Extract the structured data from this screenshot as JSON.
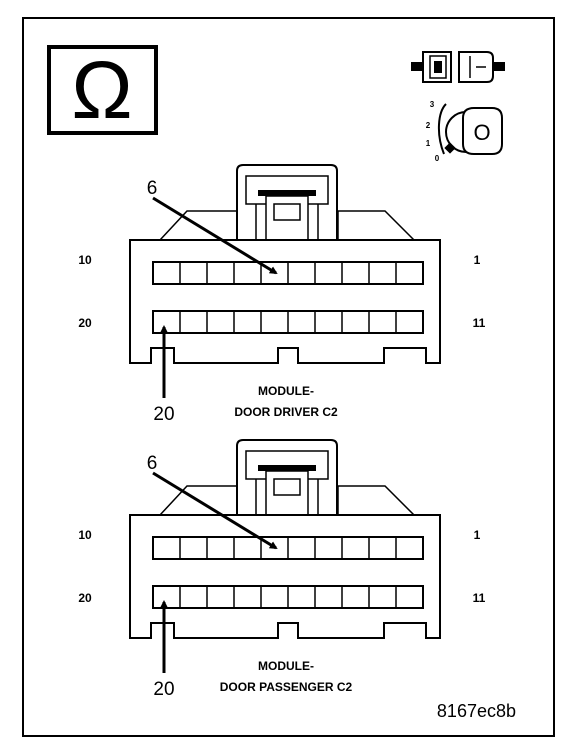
{
  "figure_code": "8167ec8b",
  "symbols": {
    "ohm": "Ω",
    "connector_icon": "connector-icon",
    "ignition_icon": "ignition-key-icon",
    "key_letter": "O",
    "ignition_positions": [
      "3",
      "2",
      "1",
      "0"
    ]
  },
  "connectors": [
    {
      "caption_line1": "MODULE-",
      "caption_line2": "DOOR DRIVER C2",
      "top_left_pin": "10",
      "top_right_pin": "1",
      "bottom_left_pin": "20",
      "bottom_right_pin": "11",
      "callout_top": "6",
      "callout_bottom": "20"
    },
    {
      "caption_line1": "MODULE-",
      "caption_line2": "DOOR PASSENGER C2",
      "top_left_pin": "10",
      "top_right_pin": "1",
      "bottom_left_pin": "20",
      "bottom_right_pin": "11",
      "callout_top": "6",
      "callout_bottom": "20"
    }
  ]
}
